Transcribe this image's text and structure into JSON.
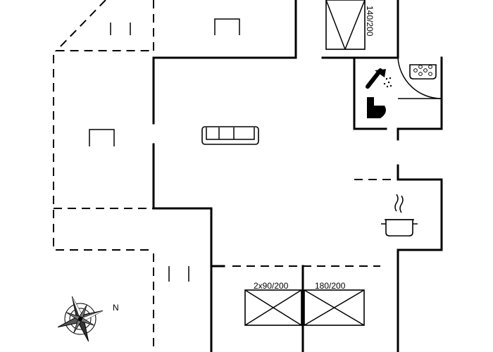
{
  "labels": {
    "bed_top": "140/200",
    "bed_bottom_left": "2x90/200",
    "bed_bottom_right": "180/200",
    "compass_north": "N"
  }
}
